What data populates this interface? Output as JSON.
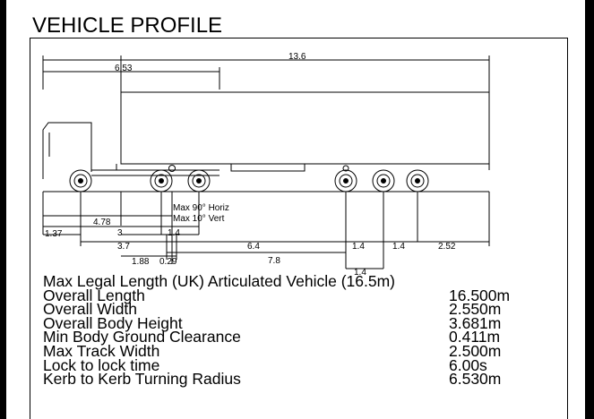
{
  "title": "VEHICLE PROFILE",
  "dimensions": {
    "overall": "13.6",
    "front_overhang": "6.53",
    "lower": [
      "1.37",
      "4.78",
      "3",
      "1.4",
      "3.7",
      "1.88",
      "0.29",
      "6.4",
      "7.8",
      "1.4",
      "1.4",
      "2.52",
      "1.4"
    ]
  },
  "annotations": {
    "horiz": "Max 90° Horiz",
    "vert": "Max 10° Vert"
  },
  "specs": {
    "heading": "Max Legal Length (UK) Articulated Vehicle (16.5m)",
    "rows": [
      {
        "label": "Overall Length",
        "value": "16.500m"
      },
      {
        "label": "Overall Width",
        "value": "2.550m"
      },
      {
        "label": "Overall Body Height",
        "value": "3.681m"
      },
      {
        "label": "Min Body Ground Clearance",
        "value": "0.411m"
      },
      {
        "label": "Max Track Width",
        "value": "2.500m"
      },
      {
        "label": "Lock to lock time",
        "value": "6.00s"
      },
      {
        "label": "Kerb to Kerb Turning Radius",
        "value": "6.530m"
      }
    ]
  }
}
